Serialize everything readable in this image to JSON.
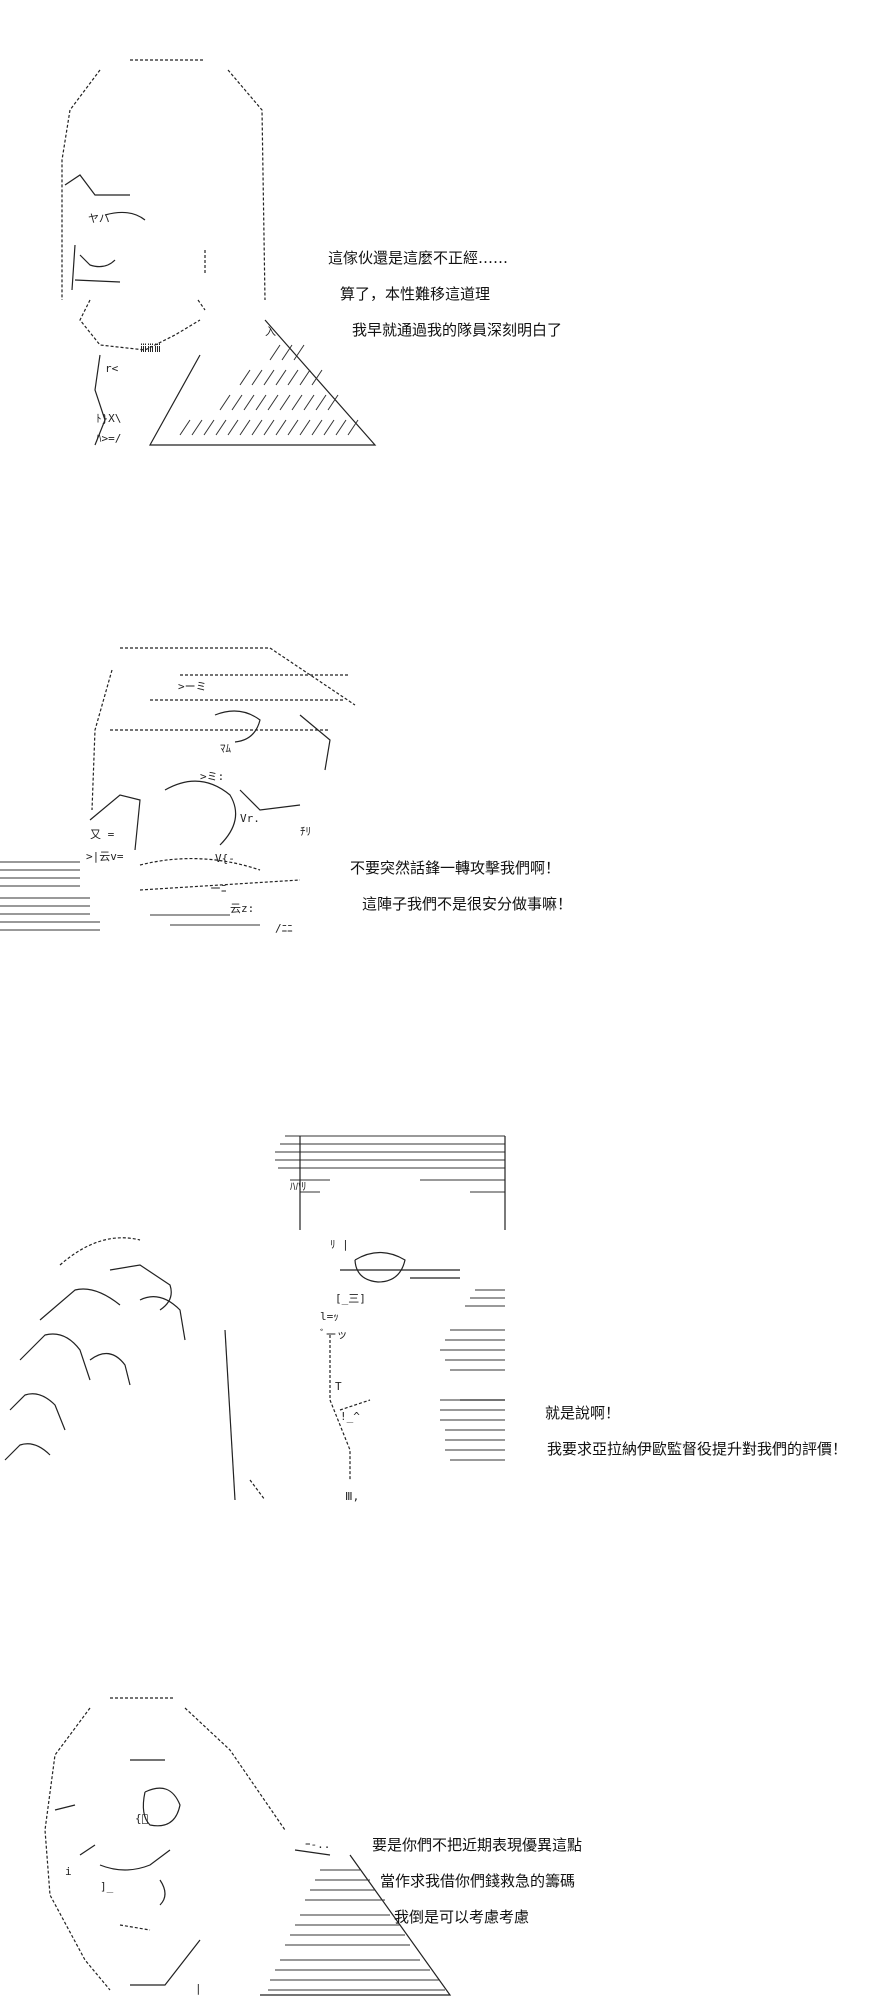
{
  "panels": [
    {
      "lines": [
        "這傢伙還是這麼不正經……",
        "算了，本性難移這道理",
        "我早就通過我的隊員深刻明白了"
      ]
    },
    {
      "lines": [
        "不要突然話鋒一轉攻擊我們啊！",
        "這陣子我們不是很安分做事嘛！"
      ]
    },
    {
      "lines": [
        "就是說啊！",
        "我要求亞拉納伊歐監督役提升對我們的評價！"
      ]
    },
    {
      "lines": [
        "要是你們不把近期表現優異這點",
        "當作求我借你們錢救急的籌碼",
        "我倒是可以考慮考慮"
      ]
    }
  ]
}
